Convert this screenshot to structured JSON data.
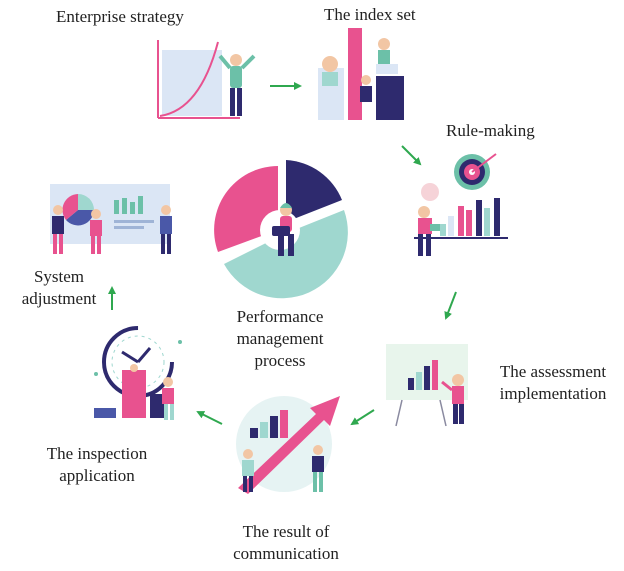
{
  "center": {
    "line1": "Performance",
    "line2": "management",
    "line3": "process"
  },
  "steps": [
    {
      "line1": "Enterprise strategy",
      "line2": ""
    },
    {
      "line1": "The index set",
      "line2": ""
    },
    {
      "line1": "Rule-making",
      "line2": ""
    },
    {
      "line1": "The assessment",
      "line2": "implementation"
    },
    {
      "line1": "The result of",
      "line2": "communication"
    },
    {
      "line1": "The inspection",
      "line2": "application"
    },
    {
      "line1": "System",
      "line2": "adjustment"
    }
  ],
  "colors": {
    "pink": "#e8528f",
    "navy": "#2e2a6e",
    "teal": "#9fd7cf",
    "arrow": "#2fa84f",
    "panel": "#dbe6f5"
  }
}
